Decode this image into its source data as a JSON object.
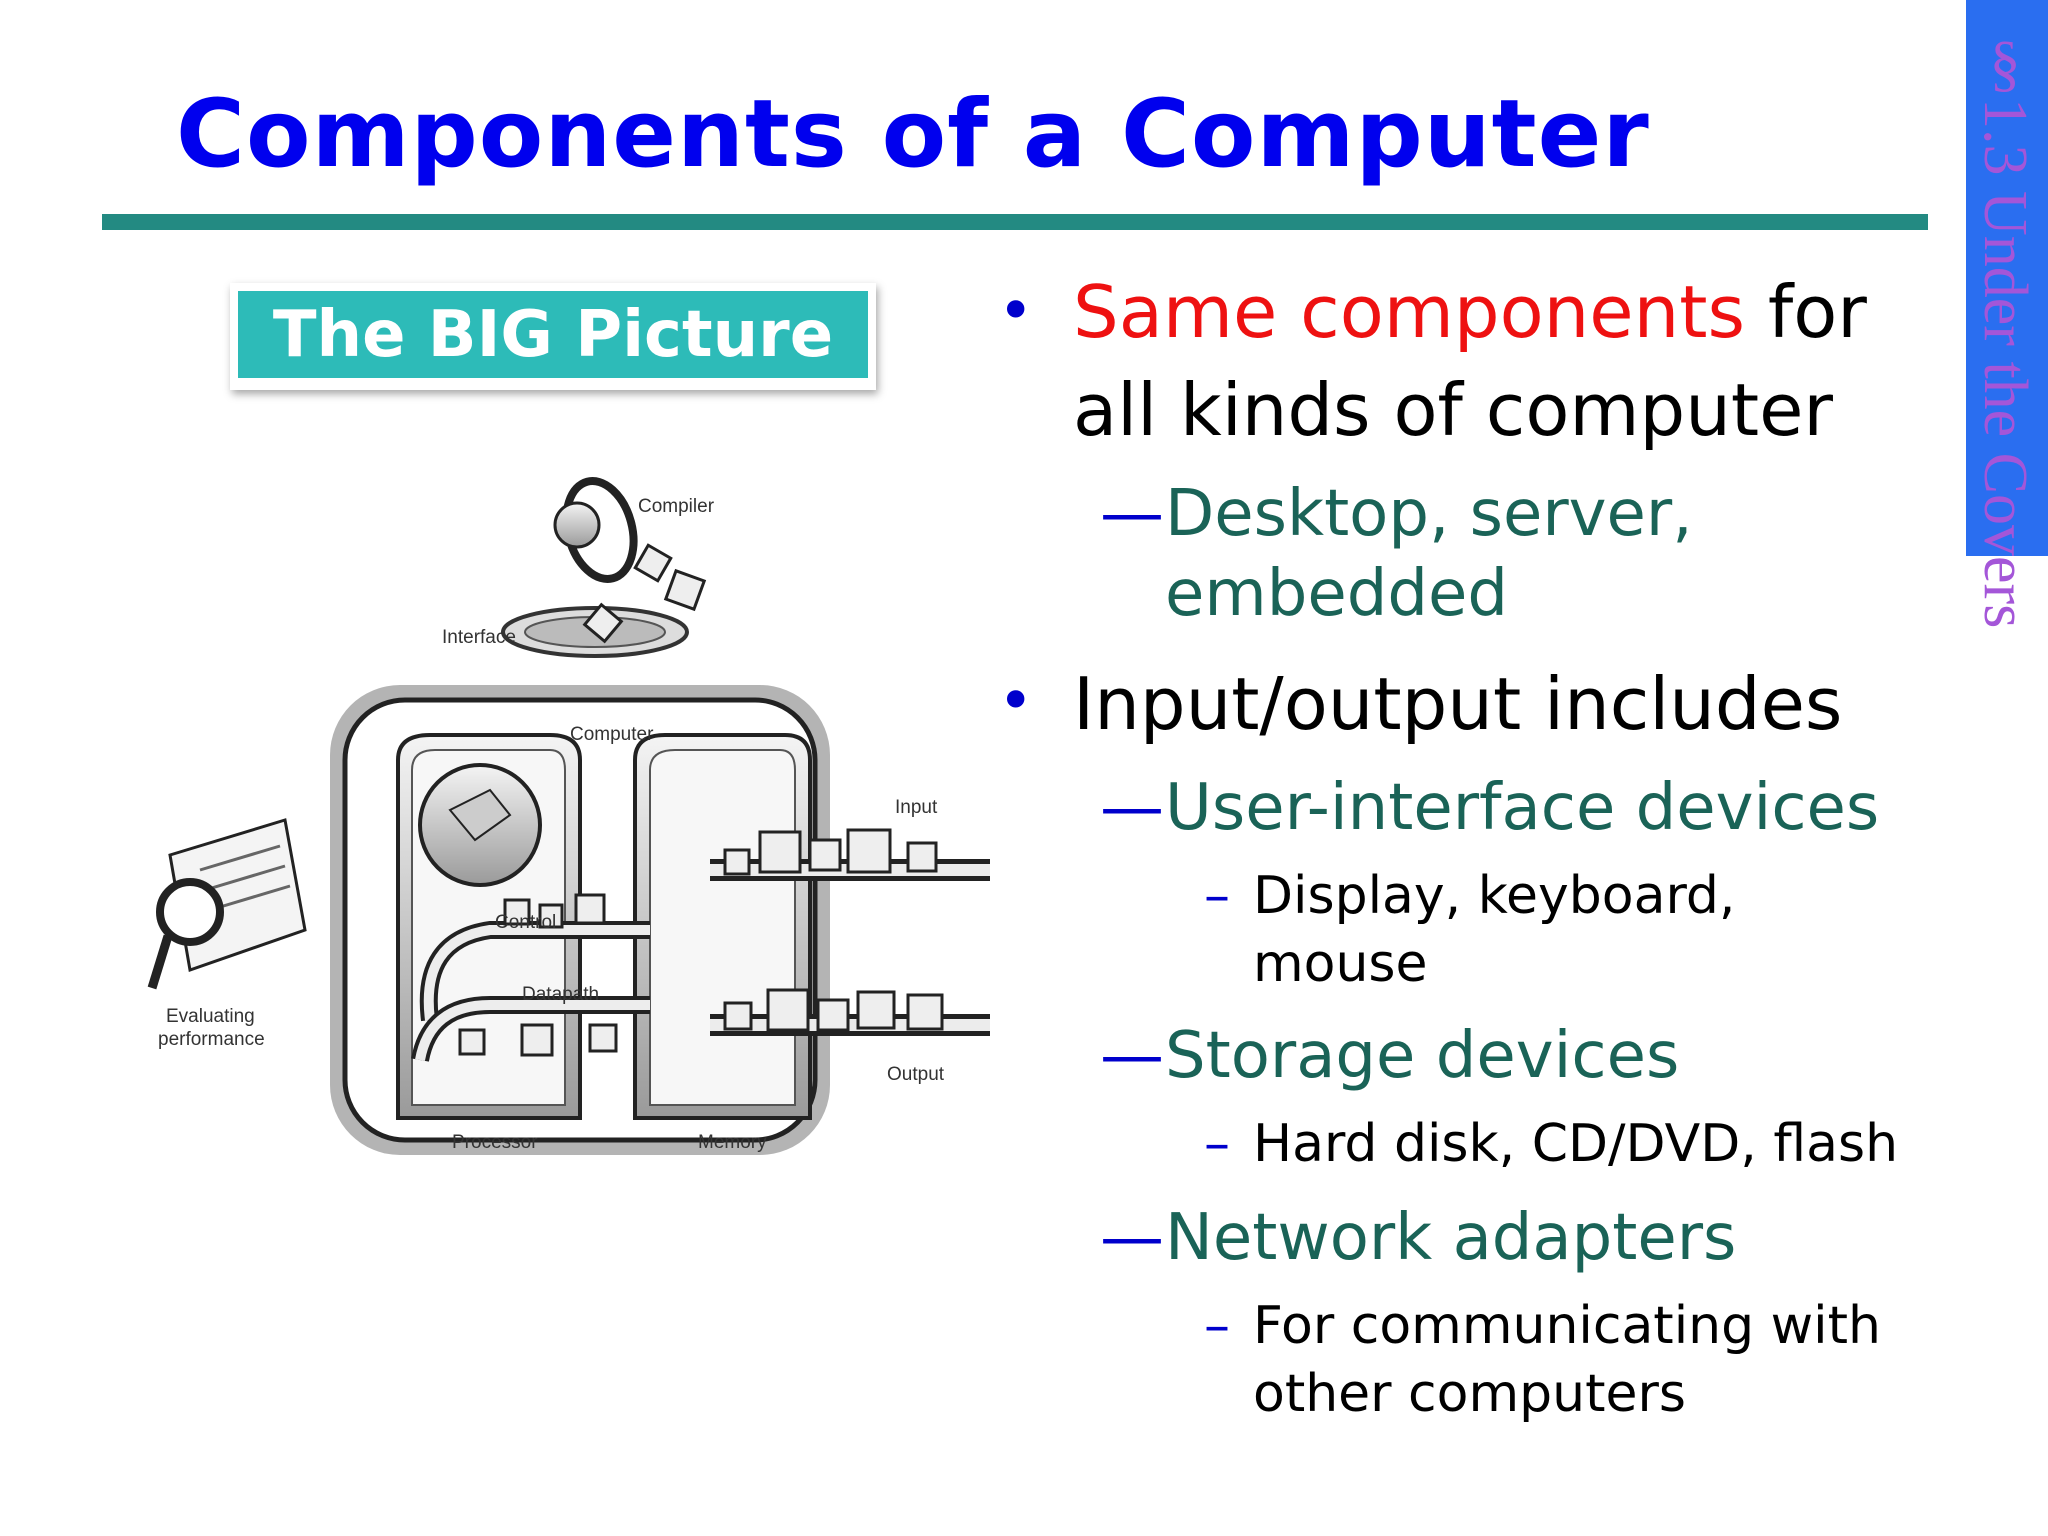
{
  "title": "Components of a Computer",
  "side_tab": {
    "label": "§1.3 Under the Covers"
  },
  "big_picture": {
    "label": "The BIG Picture"
  },
  "diagram": {
    "labels": {
      "compiler": "Compiler",
      "interface": "Interface",
      "computer": "Computer",
      "input": "Input",
      "control": "Control",
      "datapath": "Datapath",
      "output": "Output",
      "processor": "Processor",
      "memory": "Memory",
      "evaluating": "Evaluating",
      "performance": "performance"
    }
  },
  "bullets": {
    "b1": {
      "highlight": "Same components",
      "rest_line1": " for",
      "line2": "all kinds of computer",
      "sub1": {
        "line1": "Desktop, server,",
        "line2": "embedded"
      }
    },
    "b2": {
      "text": "Input/output includes",
      "sub1": {
        "text": "User-interface devices",
        "detail_line1": "Display, keyboard,",
        "detail_line2": "mouse"
      },
      "sub2": {
        "text": "Storage devices",
        "detail": "Hard disk, CD/DVD, flash"
      },
      "sub3": {
        "text": "Network adapters",
        "detail_line1": "For communicating with",
        "detail_line2": "other computers"
      }
    }
  },
  "symbols": {
    "bullet": "•",
    "dash_long": "—",
    "dash_short": "–"
  },
  "colors": {
    "title": "#0000ee",
    "rule": "#238a82",
    "side_tab": "#2a6ef0",
    "side_text": "#a456d8",
    "big_picture": "#2dbbb8",
    "highlight": "#ee1111",
    "sub_text": "#1a6357",
    "bullet_marker": "#0000cc"
  }
}
